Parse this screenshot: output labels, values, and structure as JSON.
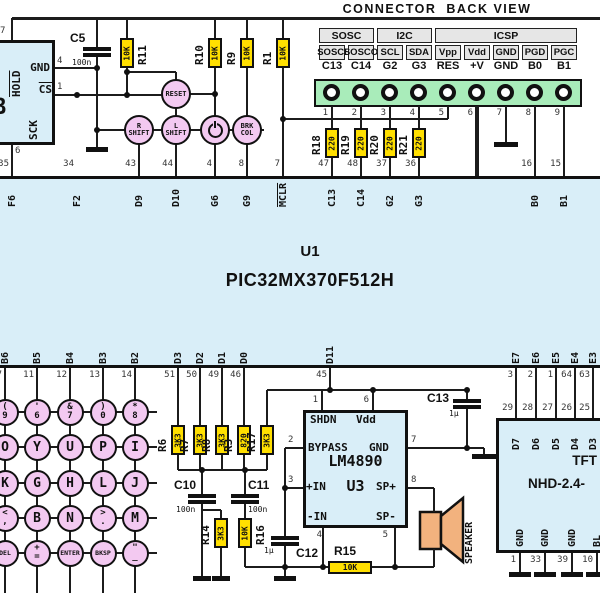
{
  "title": "CONNECTOR  BACK VIEW",
  "connector": {
    "groups": [
      "SOSC",
      "I2C",
      "ICSP"
    ],
    "functions": [
      "SOSCI",
      "SOSCO",
      "SCL",
      "SDA",
      "Vpp",
      "Vdd",
      "GND",
      "PGD",
      "PGC"
    ],
    "signals": [
      "C13",
      "C14",
      "G2",
      "G3",
      "RES",
      "+V",
      "GND",
      "B0",
      "B1"
    ],
    "holes": [
      "1",
      "2",
      "3",
      "4",
      "5",
      "6",
      "7",
      "8",
      "9"
    ]
  },
  "memory_chip": {
    "clipped_name": "B",
    "pin_top_num": "7",
    "pin_top_label": "HOLD",
    "pin_gnd_num": "4",
    "pin_gnd_label": "GND",
    "pin_cs_num": "1",
    "pin_cs_label": "CS",
    "pin_sck_num": "6",
    "pin_sck_label": "SCK"
  },
  "u1": {
    "ref": "U1",
    "part": "PIC32MX370F512H",
    "top_pins": [
      {
        "num": "35",
        "label": "F6"
      },
      {
        "num": "34",
        "label": "F2"
      },
      {
        "num": "43",
        "label": "D9"
      },
      {
        "num": "44",
        "label": "D10"
      },
      {
        "num": "4",
        "label": "G6"
      },
      {
        "num": "8",
        "label": "G9"
      },
      {
        "num": "7",
        "label": "MCLR",
        "overline": true
      },
      {
        "num": "47",
        "label": "C13"
      },
      {
        "num": "48",
        "label": "C14"
      },
      {
        "num": "37",
        "label": "G2"
      },
      {
        "num": "36",
        "label": "G3"
      },
      {
        "num": "16",
        "label": "B0"
      },
      {
        "num": "15",
        "label": "B1"
      }
    ],
    "bottom_pins": [
      {
        "num": "7",
        "label": "B6"
      },
      {
        "num": "11",
        "label": "B5"
      },
      {
        "num": "12",
        "label": "B4"
      },
      {
        "num": "13",
        "label": "B3"
      },
      {
        "num": "14",
        "label": "B2"
      },
      {
        "num": "51",
        "label": "D3"
      },
      {
        "num": "50",
        "label": "D2"
      },
      {
        "num": "49",
        "label": "D1"
      },
      {
        "num": "46",
        "label": "D0"
      },
      {
        "num": "45",
        "label": "D11"
      },
      {
        "num": "3",
        "label": "E7"
      },
      {
        "num": "2",
        "label": "E6"
      },
      {
        "num": "1",
        "label": "E5"
      },
      {
        "num": "64",
        "label": "E4"
      },
      {
        "num": "63",
        "label": "E3"
      }
    ]
  },
  "buttons": [
    {
      "name": "reset",
      "lines": [
        "RESET"
      ]
    },
    {
      "name": "r-shift",
      "lines": [
        "R",
        "SHIFT"
      ]
    },
    {
      "name": "l-shift",
      "lines": [
        "L",
        "SHIFT"
      ]
    },
    {
      "name": "power",
      "lines": [],
      "icon": "power"
    },
    {
      "name": "brk-col",
      "lines": [
        "BRK",
        "COL"
      ]
    }
  ],
  "resistors": [
    {
      "ref": "R11",
      "value": "10K"
    },
    {
      "ref": "R10",
      "value": "10K"
    },
    {
      "ref": "R9",
      "value": "10K"
    },
    {
      "ref": "R1",
      "value": "10K"
    },
    {
      "ref": "R18",
      "value": "220"
    },
    {
      "ref": "R19",
      "value": "220"
    },
    {
      "ref": "R20",
      "value": "220"
    },
    {
      "ref": "R21",
      "value": "220"
    },
    {
      "ref": "R6",
      "value": "3K3"
    },
    {
      "ref": "R7",
      "value": "3K3"
    },
    {
      "ref": "R8",
      "value": "3K3"
    },
    {
      "ref": "R3",
      "value": "820"
    },
    {
      "ref": "R17",
      "value": "3K3"
    },
    {
      "ref": "R14",
      "value": "3K3"
    },
    {
      "ref": "R16",
      "value": "10K"
    },
    {
      "ref": "R15",
      "value": "10K"
    }
  ],
  "capacitors": [
    {
      "ref": "C5",
      "value": "100n"
    },
    {
      "ref": "C10",
      "value": "100n"
    },
    {
      "ref": "C11",
      "value": "100n"
    },
    {
      "ref": "C12",
      "value": "1µ"
    },
    {
      "ref": "C13",
      "value": "1µ"
    }
  ],
  "amp": {
    "ref": "U3",
    "part": "LM4890",
    "pins": [
      {
        "num": "1",
        "label": "SHDN",
        "overline": true
      },
      {
        "num": "6",
        "label": "Vdd"
      },
      {
        "num": "2",
        "label": "BYPASS"
      },
      {
        "num": "7",
        "label": "GND"
      },
      {
        "num": "3",
        "label": "+IN"
      },
      {
        "num": "8",
        "label": "SP+"
      },
      {
        "num": "4",
        "label": "-IN"
      },
      {
        "num": "5",
        "label": "SP-"
      }
    ]
  },
  "keyboard": {
    "rows": [
      [
        [
          "(",
          "9"
        ],
        [
          "'",
          "6"
        ],
        [
          "&",
          "7"
        ],
        [
          ")",
          "0"
        ],
        [
          "*",
          "8"
        ]
      ],
      [
        [
          "O"
        ],
        [
          "Y"
        ],
        [
          "U"
        ],
        [
          "P"
        ],
        [
          "I"
        ]
      ],
      [
        [
          "K"
        ],
        [
          "G"
        ],
        [
          "H"
        ],
        [
          "L"
        ],
        [
          "J"
        ]
      ],
      [
        [
          "<",
          ","
        ],
        [
          "B"
        ],
        [
          "N"
        ],
        [
          ">",
          "."
        ],
        [
          "M"
        ]
      ],
      [
        [
          "DEL"
        ],
        [
          "+",
          "="
        ],
        [
          "ENTER"
        ],
        [
          "BKSP"
        ],
        [
          "\"",
          "_"
        ]
      ]
    ]
  },
  "tft": {
    "name_line1": "TFT",
    "name_line2": "NHD-2.4-",
    "top_pins": [
      {
        "num": "29",
        "label": "D7"
      },
      {
        "num": "28",
        "label": "D6"
      },
      {
        "num": "27",
        "label": "D5"
      },
      {
        "num": "26",
        "label": "D4"
      },
      {
        "num": "25",
        "label": "D3"
      }
    ],
    "bottom_pins": [
      {
        "num": "1",
        "label": "GND"
      },
      {
        "num": "33",
        "label": "GND"
      },
      {
        "num": "39",
        "label": "GND"
      },
      {
        "num": "10",
        "label": "BL"
      }
    ]
  },
  "speaker_label": "SPEAKER",
  "colors": {
    "chip": "#d9eef8",
    "key": "#f3c9f1",
    "resistor": "#ffdf00",
    "strip": "#a9ecba",
    "cell": "#e6e6e6",
    "speaker": "#f2b27e"
  }
}
